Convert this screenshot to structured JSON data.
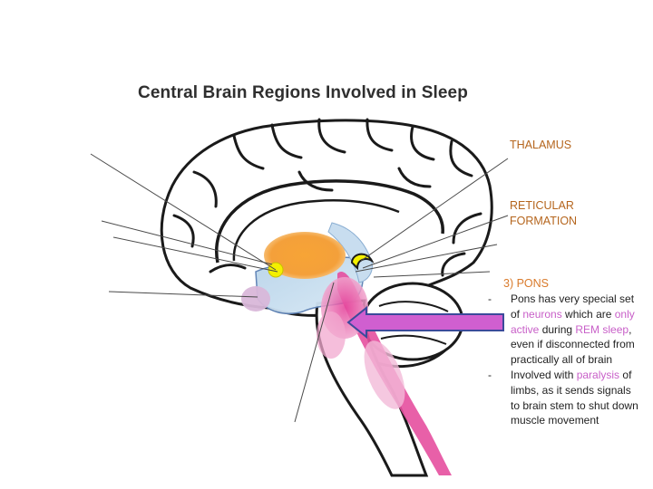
{
  "title": "Central Brain Regions Involved in Sleep",
  "labels": {
    "thalamus": "THALAMUS",
    "reticular_line1": "RETICULAR",
    "reticular_line2": "FORMATION",
    "pons": "3) PONS"
  },
  "bullets": [
    {
      "dash": "-",
      "t1": "Pons has very special set of ",
      "h1": "neurons",
      "t2": "  which are ",
      "h2": "only active",
      "t3": " during ",
      "h3": "REM sleep",
      "t4": ", even if disconnected from practically all of brain"
    },
    {
      "dash": "-",
      "t1": "Involved with ",
      "h1": "paralysis",
      "t2": " of limbs, as it sends signals to brain stem  to shut down muscle movement"
    }
  ],
  "colors": {
    "thalamus": "#f5a23a",
    "highlight_yellow": "#f4f000",
    "reticular": "#bcd8ec",
    "pons_pink": "#e64f9e",
    "pineal": "#d9b7d9",
    "arrow": "#d05fd0",
    "arrow_border": "#3b4a9a"
  }
}
